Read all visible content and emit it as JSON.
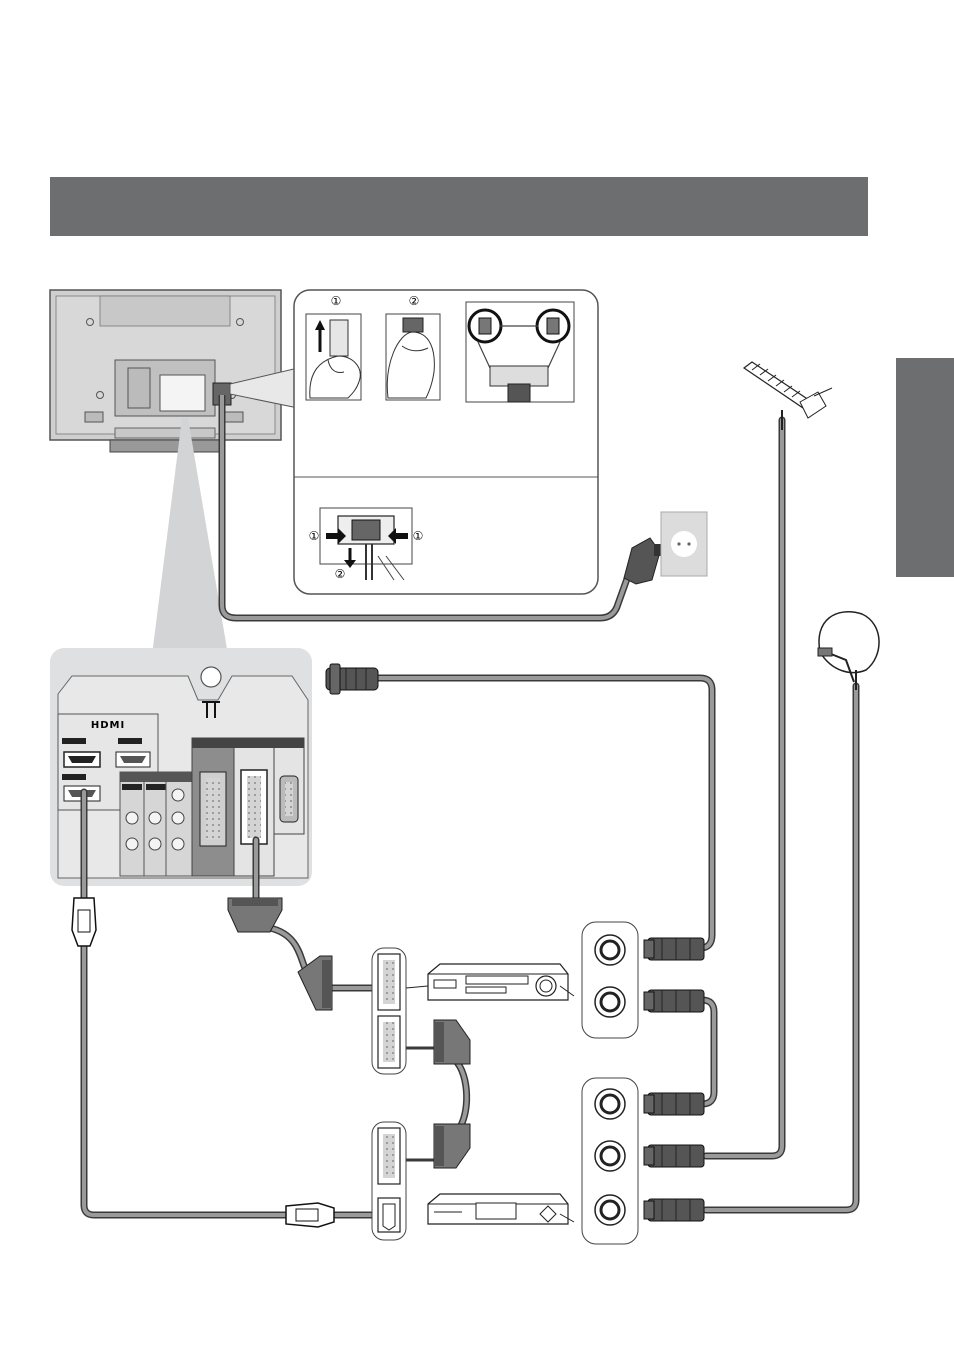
{
  "labels": {
    "step1": "①",
    "step2": "②",
    "remove_step1_left": "①",
    "remove_step1_right": "①",
    "remove_step2": "②",
    "hdmi_logo": "HDMI"
  },
  "colors": {
    "header_bar": "#6d6e70",
    "side_tab": "#6d6e70",
    "panel_bg": "#e2e3e4",
    "cable": "#8a8a8a",
    "cable_outline": "#3a3a3a",
    "scart_dark": "#777777",
    "plug_dark": "#555555"
  },
  "icons": [
    "tv-rear-icon",
    "hand-icon",
    "clamp-icon",
    "power-plug-icon",
    "wall-socket-icon",
    "antenna-icon",
    "satellite-dish-icon",
    "vcr-icon",
    "set-top-box-icon",
    "scart-plug-icon",
    "hdmi-plug-icon",
    "rf-plug-icon"
  ]
}
